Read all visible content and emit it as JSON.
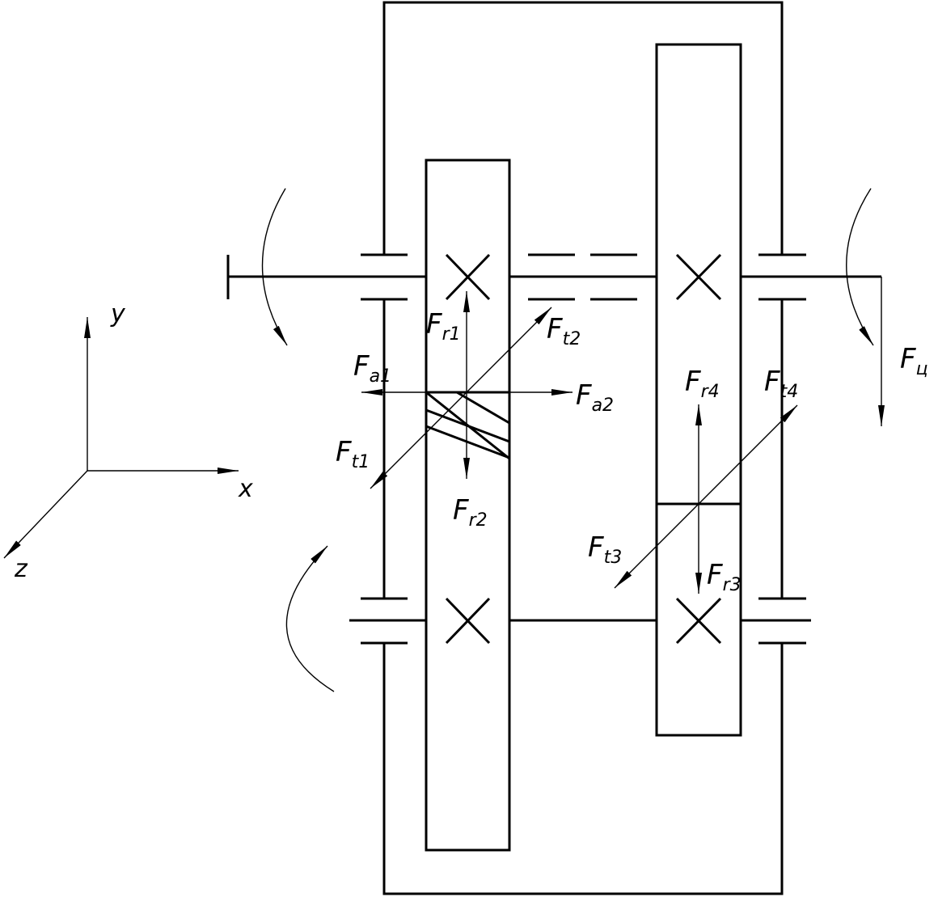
{
  "labels": {
    "fr1": {
      "main": "F",
      "sub": "r1"
    },
    "ft2": {
      "main": "F",
      "sub": "t2"
    },
    "fa1": {
      "main": "F",
      "sub": "a1"
    },
    "fa2": {
      "main": "F",
      "sub": "a2"
    },
    "ft1": {
      "main": "F",
      "sub": "t1"
    },
    "fr2": {
      "main": "F",
      "sub": "r2"
    },
    "fr4": {
      "main": "F",
      "sub": "r4"
    },
    "ft4": {
      "main": "F",
      "sub": "t4"
    },
    "ft3": {
      "main": "F",
      "sub": "t3"
    },
    "fr3": {
      "main": "F",
      "sub": "r3"
    },
    "fc": {
      "main": "F",
      "sub": "ц"
    }
  },
  "axes": {
    "y": "y",
    "x": "x",
    "z": "z"
  }
}
